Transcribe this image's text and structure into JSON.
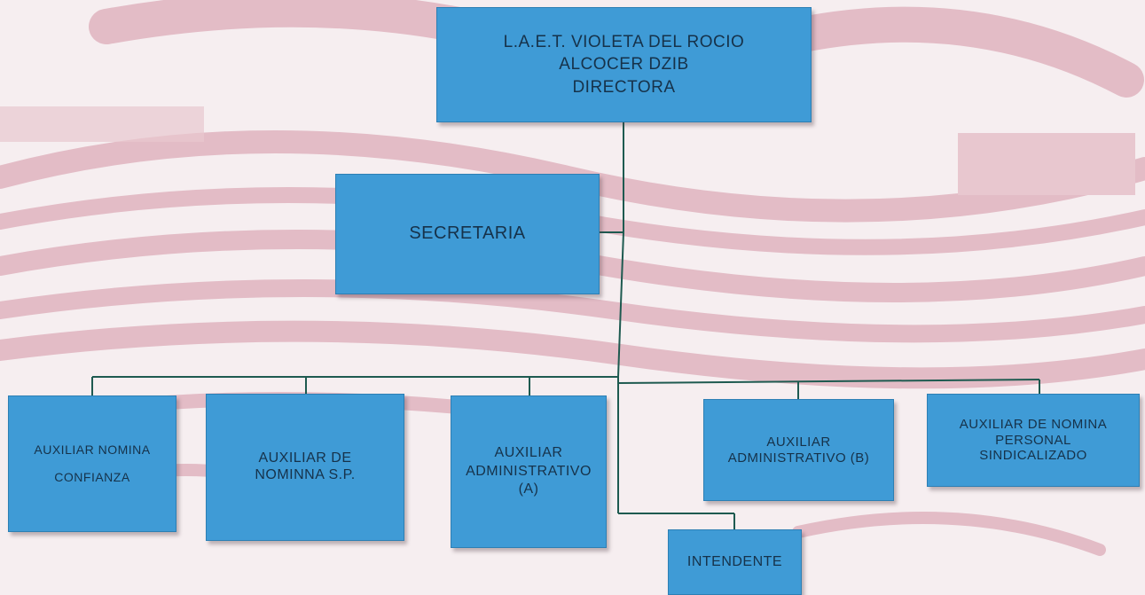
{
  "nodes": {
    "director": "L.A.E.T. VIOLETA DEL ROCIO\nALCOCER DZIB\nDIRECTORA",
    "secretaria": "SECRETARIA",
    "aux_nomina_confianza": "AUXILIAR NOMINA\nCONFIANZA",
    "aux_nominna_sp": "AUXILIAR DE\nNOMINNA  S.P.",
    "aux_admin_a": "AUXILIAR\nADMINISTRATIVO\n(A)",
    "aux_admin_b": "AUXILIAR\nADMINISTRATIVO (B)",
    "aux_nomina_sindicalizado": "AUXILIAR DE NOMINA\nPERSONAL\nSINDICALIZADO",
    "intendente": "INTENDENTE"
  },
  "colors": {
    "box_fill": "#3f9bd6",
    "connector": "#1e5a50",
    "background": "#f6eef0",
    "watermark": "#e3bcc6"
  }
}
